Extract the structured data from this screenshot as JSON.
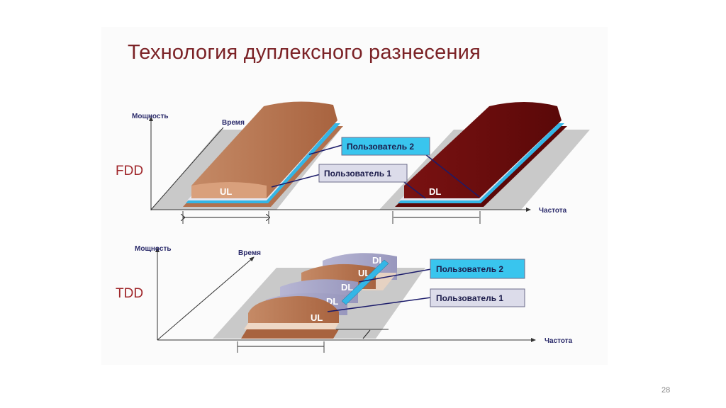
{
  "title": "Технология дуплексного разнесения",
  "page_number": "28",
  "fdd": {
    "label": "FDD",
    "y_axis": "Мощность",
    "time_axis": "Время",
    "x_axis": "Частота",
    "slab_ul": "UL",
    "slab_dl": "DL",
    "callout_user2": "Пользователь 2",
    "callout_user1": "Пользователь 1"
  },
  "tdd": {
    "label": "TDD",
    "y_axis": "Мощность",
    "time_axis": "Время",
    "x_axis": "Частота",
    "slabs": [
      "DL",
      "UL",
      "DL",
      "DL",
      "UL"
    ],
    "callout_user2": "Пользователь 2",
    "callout_user1": "Пользователь 1"
  },
  "colors": {
    "title": "#7b2226",
    "ul_slab": "#b87450",
    "dl_slab": "#6e0c0c",
    "user2": "#33c3ea",
    "user1_box": "#dcdcea",
    "tdd_dl": "#a9a8c8"
  }
}
